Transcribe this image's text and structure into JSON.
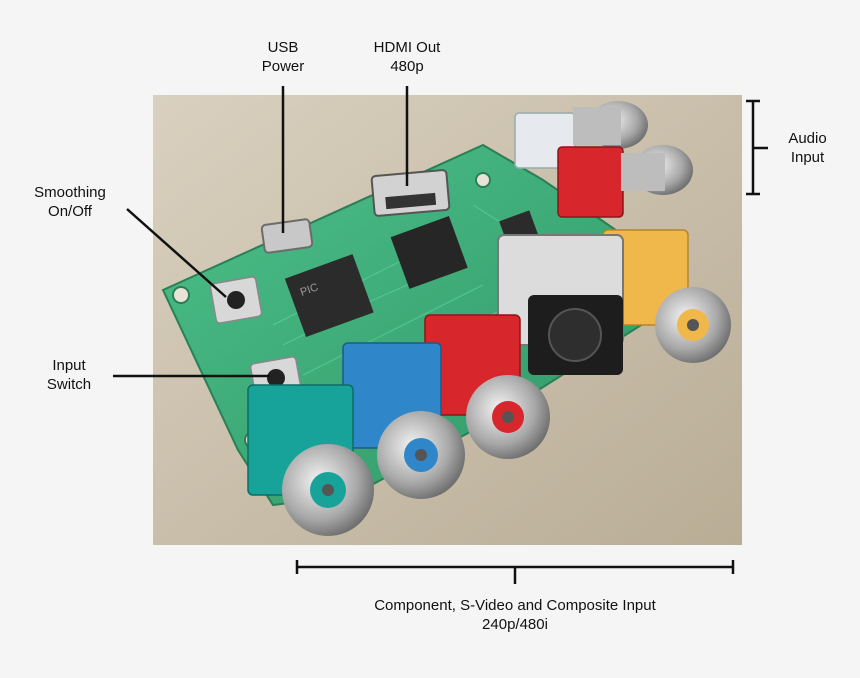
{
  "labels": {
    "usb": [
      "USB",
      "Power"
    ],
    "hdmi": [
      "HDMI Out",
      "480p"
    ],
    "audio": [
      "Audio",
      "Input"
    ],
    "smoothing": [
      "Smoothing",
      "On/Off"
    ],
    "input_switch": [
      "Input",
      "Switch"
    ],
    "video_inputs": [
      "Component, S-Video and Composite Input",
      "240p/480i"
    ]
  },
  "colors": {
    "background": "#f5f5f5",
    "photo_backdrop": "#c9bea9",
    "pcb": "#3fae78",
    "rca_teal": "#17a39a",
    "rca_blue": "#2f86c8",
    "rca_red": "#d8262d",
    "rca_yellow": "#f0b84a",
    "rca_white": "#e6e9ee",
    "svideo_black": "#1d1d1d",
    "leader_line": "#111111"
  },
  "marks": {
    "chip_pic": "PIC"
  }
}
